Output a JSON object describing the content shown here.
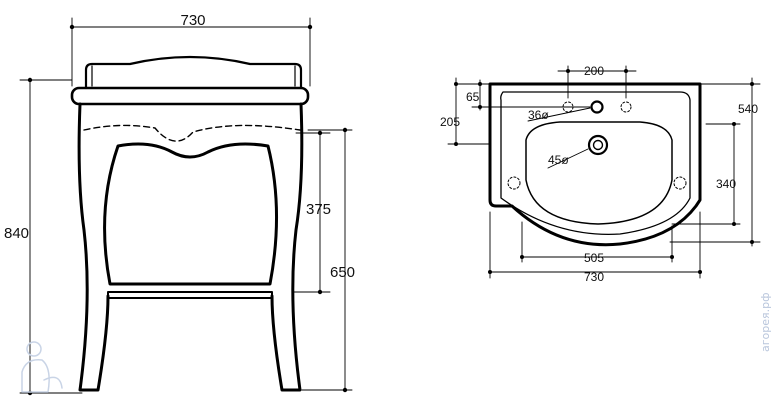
{
  "front_view": {
    "width_label": "730",
    "total_height_label": "840",
    "cabinet_height_label": "375",
    "leg_height_label": "650"
  },
  "top_view": {
    "tap_spacing_label": "200",
    "tap_offset_label": "65",
    "tap_depth_label": "205",
    "tap_hole_label": "36ø",
    "drain_hole_label": "45ø",
    "depth_label": "540",
    "inner_depth_label": "340",
    "cabinet_width_label": "505",
    "basin_width_label": "730"
  },
  "watermark": {
    "text": "агорея.рф"
  }
}
